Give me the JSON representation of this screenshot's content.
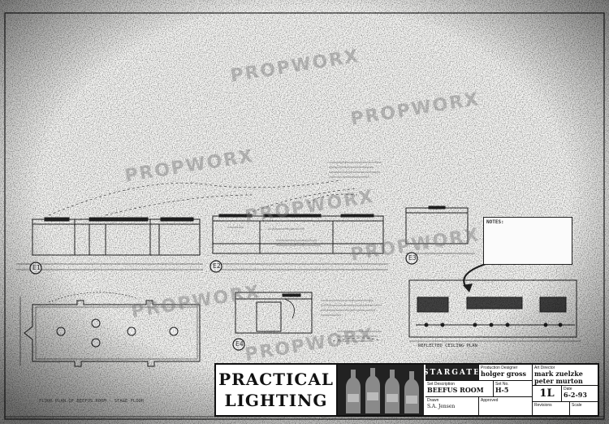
{
  "watermark": "PROPWORX",
  "logo": {
    "line1": "PRACTICAL",
    "line2": "LIGHTING"
  },
  "title_block": {
    "brand": "STARGATE",
    "production_designer_label": "Production Designer",
    "production_designer": "holger gross",
    "art_director_label": "Art Director",
    "art_director_1": "mark zuelzke",
    "art_director_2": "peter murton",
    "set_description_label": "Set Description",
    "set_description": "BEEFUS ROOM",
    "set_no_label": "Set No.",
    "set_no": "H-5",
    "sheet_no": "1L",
    "date_label": "Date",
    "date": "6-2-93",
    "drawn_label": "Drawn",
    "drawn": "S.A. Jensen",
    "approved_label": "Approved",
    "revisions_label": "Revisions",
    "scale_label": "Scale"
  },
  "labels": {
    "e1": "E1",
    "e2": "E2",
    "e3": "E3",
    "e4": "E4",
    "floor_plan": "FLOOR PLAN OF BEEFUS ROOM - STAGE FLOOR",
    "reflected_ceiling": "REFLECTED CEILING PLAN",
    "notes_title": "NOTES:"
  }
}
